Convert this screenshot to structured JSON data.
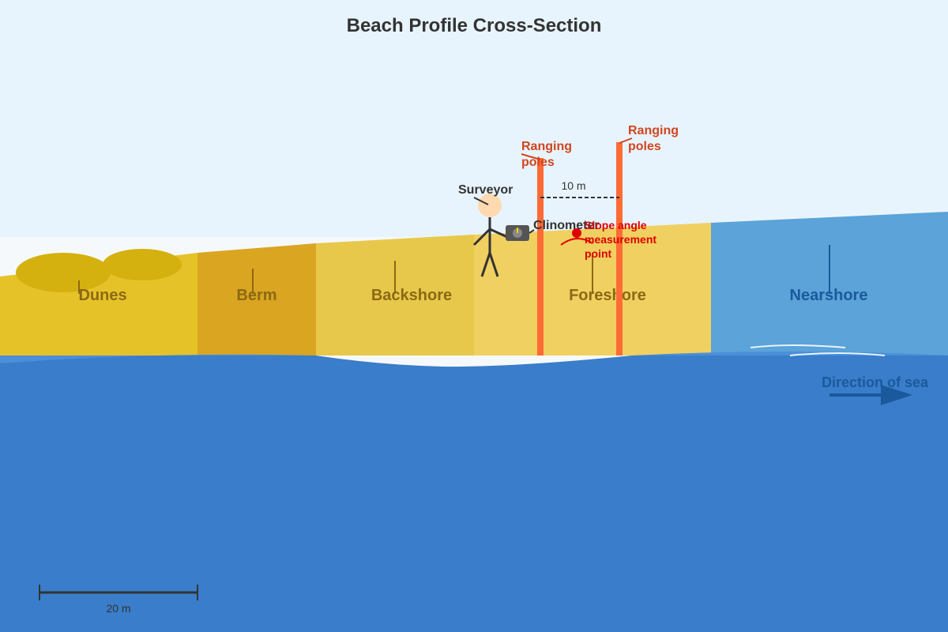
{
  "title": "Beach Profile Cross-Section",
  "zones": [
    {
      "key": "dunes",
      "label": "Dunes",
      "color": "#e6c229"
    },
    {
      "key": "berm",
      "label": "Berm",
      "color": "#daa520"
    },
    {
      "key": "backshore",
      "label": "Backshore",
      "color": "#e8c84a"
    },
    {
      "key": "foreshore",
      "label": "Foreshore",
      "color": "#f0d060"
    },
    {
      "key": "nearshore",
      "label": "Nearshore",
      "color": "#5ba3d9"
    }
  ],
  "labels": {
    "surveyor": "Surveyor",
    "clinometer": "Clinometer",
    "ranging_poles_1": [
      "Ranging",
      "poles"
    ],
    "ranging_poles_2": [
      "Ranging",
      "poles"
    ],
    "pole_spacing": "10 m",
    "slope_point": [
      "Slope angle",
      "measurement",
      "point"
    ],
    "sea_direction": "Direction of sea",
    "scale_bar": "20 m"
  },
  "colors": {
    "sky": "#e8f4fd",
    "sea": "#3a7dca",
    "pole": "#ff6b35",
    "zone_text": "#8b6914",
    "nearshore_text": "#1a5a9c",
    "slope_marker": "#e00000"
  },
  "icons": [
    "clinometer-icon",
    "arrow-right-icon",
    "surveyor-figure"
  ]
}
